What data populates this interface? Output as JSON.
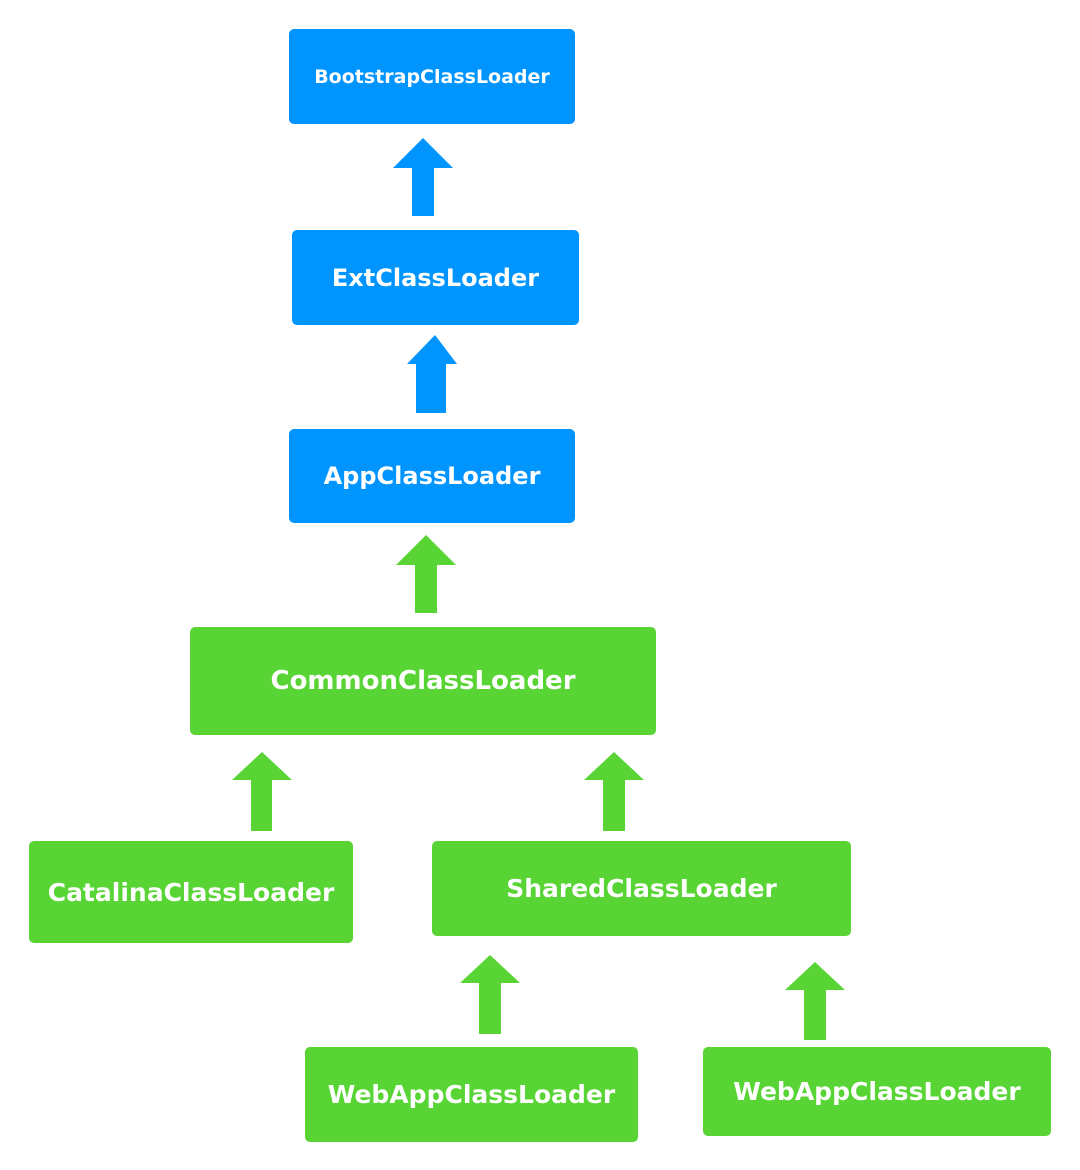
{
  "colors": {
    "jvm_loader": "#0094ff",
    "tomcat_loader": "#58d534",
    "text": "#ffffff"
  },
  "nodes": {
    "bootstrap": "BootstrapClassLoader",
    "ext": "ExtClassLoader",
    "app": "AppClassLoader",
    "common": "CommonClassLoader",
    "catalina": "CatalinaClassLoader",
    "shared": "SharedClassLoader",
    "webapp_1": "WebAppClassLoader",
    "webapp_2": "WebAppClassLoader"
  },
  "edges": [
    {
      "from": "ext",
      "to": "bootstrap",
      "color": "#0094ff"
    },
    {
      "from": "app",
      "to": "ext",
      "color": "#0094ff"
    },
    {
      "from": "common",
      "to": "app",
      "color": "#58d534"
    },
    {
      "from": "catalina",
      "to": "common",
      "color": "#58d534"
    },
    {
      "from": "shared",
      "to": "common",
      "color": "#58d534"
    },
    {
      "from": "webapp_1",
      "to": "shared",
      "color": "#58d534"
    },
    {
      "from": "webapp_2",
      "to": "shared",
      "color": "#58d534"
    }
  ]
}
